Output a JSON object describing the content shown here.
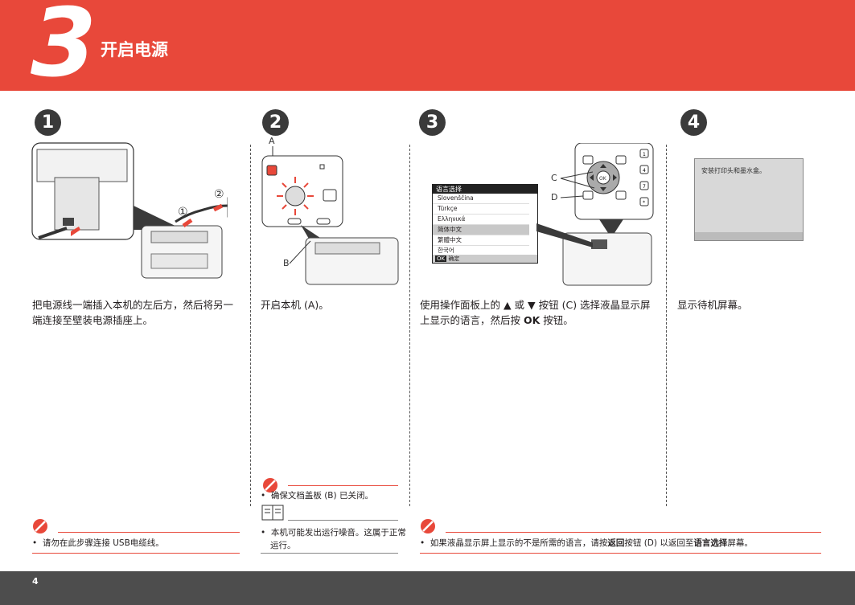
{
  "header": {
    "step_number": "3",
    "title": "开启电源"
  },
  "steps": [
    {
      "number": "1",
      "text": "把电源线一端插入本机的左后方，然后将另一端连接至壁装电源插座上。"
    },
    {
      "number": "2",
      "text": "开启本机 (A)。"
    },
    {
      "number": "3",
      "text_before": "使用操作面板上的 ▲ 或 ▼ 按钮 (C) 选择液晶显示屏上显示的语言，然后按 ",
      "text_bold": "OK",
      "text_after": " 按钮。"
    },
    {
      "number": "4",
      "text": "显示待机屏幕。"
    }
  ],
  "figures": {
    "label_a": "A",
    "label_b": "B",
    "label_c": "C",
    "label_d": "D",
    "callout_1": "①",
    "callout_2": "②",
    "lcd": {
      "header": "语言选择",
      "items": [
        "Slovenščina",
        "Türkçe",
        "Ελληνικά",
        "简体中文",
        "繁體中文",
        "한국어"
      ],
      "selected_index": 3,
      "footer_ok": "OK",
      "footer_text": "确定"
    },
    "panel_keys": [
      "1",
      "4",
      "7",
      "*"
    ],
    "standby_text": "安装打印头和墨水盒。"
  },
  "notes": {
    "step1_caution": "请勿在此步骤连接 USB电缆线。",
    "step2_caution": "确保文档盖板 (B) 已关闭。",
    "step2_info": "本机可能发出运行噪音。这属于正常运行。",
    "step3_caution_before": "如果液晶显示屏上显示的不是所需的语言，请按",
    "step3_caution_bold1": "返回",
    "step3_caution_mid": "按钮 (D) 以返回至",
    "step3_caution_bold2": "语言选择",
    "step3_caution_after": "屏幕。"
  },
  "footer": {
    "page_number": "4"
  },
  "colors": {
    "accent": "#e8483a",
    "dark": "#3a3a3a",
    "footer": "#4d4d4d"
  }
}
